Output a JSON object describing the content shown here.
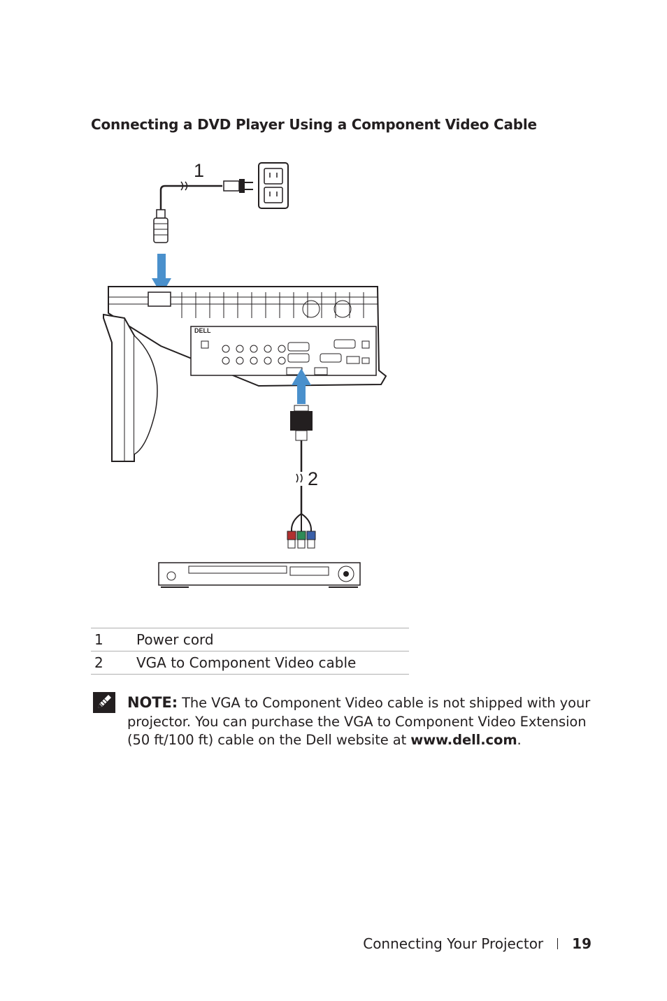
{
  "section_title": "Connecting a DVD Player Using a Component Video Cable",
  "figure": {
    "callout_1": "1",
    "callout_2": "2",
    "projector_brand": "DELL"
  },
  "legend": [
    {
      "num": "1",
      "label": "Power cord"
    },
    {
      "num": "2",
      "label": "VGA to Component Video cable"
    }
  ],
  "note": {
    "label": "NOTE:",
    "text_before_link": " The VGA to Component Video cable is not shipped with your projector. You can purchase the VGA to Component Video Extension (50 ft/100 ft) cable on the Dell website at ",
    "link_text": "www.dell.com",
    "text_after_link": "."
  },
  "footer": {
    "chapter": "Connecting Your Projector",
    "page_number": "19"
  },
  "colors": {
    "arrow": "#4a90cc",
    "red_plug": "#b03030",
    "green_plug": "#2e8b57",
    "blue_plug": "#3a5fa8"
  },
  "icons": [
    "pencil-note-icon"
  ]
}
